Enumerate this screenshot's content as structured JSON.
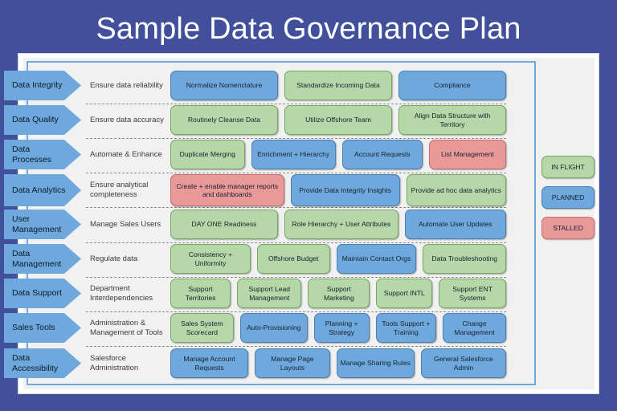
{
  "title": "Sample Data Governance Plan",
  "colors": {
    "background": "#42509b",
    "panel_border": "#6fa8dc",
    "blue": "#6fa8dc",
    "green": "#b6d7a8",
    "red": "#ea9999"
  },
  "legend": [
    {
      "label": "IN FLIGHT",
      "status": "green"
    },
    {
      "label": "PLANNED",
      "status": "blue"
    },
    {
      "label": "STALLED",
      "status": "red"
    }
  ],
  "rows": [
    {
      "category": "Data Integrity",
      "goal": "Ensure data reliability",
      "items": [
        {
          "label": "Normalize Nomenclature",
          "status": "blue",
          "flex": 132
        },
        {
          "label": "Standardize Incoming Data",
          "status": "green",
          "flex": 132
        },
        {
          "label": "Compliance",
          "status": "blue",
          "flex": 132
        }
      ]
    },
    {
      "category": "Data Quality",
      "goal": "Ensure data accuracy",
      "items": [
        {
          "label": "Routinely Cleanse Data",
          "status": "green",
          "flex": 132
        },
        {
          "label": "Utilize Offshore Team",
          "status": "green",
          "flex": 132
        },
        {
          "label": "Align Data Structure with Territory",
          "status": "green",
          "flex": 132
        }
      ]
    },
    {
      "category": "Data Processes",
      "goal": "Automate & Enhance",
      "items": [
        {
          "label": "Duplicate Merging",
          "status": "green",
          "flex": 92
        },
        {
          "label": "Enrichment + Hierarchy",
          "status": "blue",
          "flex": 106
        },
        {
          "label": "Account Requests",
          "status": "blue",
          "flex": 100
        },
        {
          "label": "List Management",
          "status": "red",
          "flex": 96
        }
      ]
    },
    {
      "category": "Data Analytics",
      "goal": "Ensure analytical completeness",
      "items": [
        {
          "label": "Create  + enable manager reports and dashboards",
          "status": "red",
          "flex": 140
        },
        {
          "label": "Provide Data Integrity Insights",
          "status": "blue",
          "flex": 134
        },
        {
          "label": "Provide ad hoc data analytics",
          "status": "green",
          "flex": 122
        }
      ]
    },
    {
      "category": "User Management",
      "goal": "Manage Sales Users",
      "items": [
        {
          "label": "DAY ONE Readiness",
          "status": "green",
          "flex": 132
        },
        {
          "label": "Role Hierarchy + User Attributes",
          "status": "green",
          "flex": 140
        },
        {
          "label": "Automate User Updates",
          "status": "blue",
          "flex": 124
        }
      ]
    },
    {
      "category": "Data Management",
      "goal": "Regulate data",
      "items": [
        {
          "label": "Consistency + Uniformity",
          "status": "green",
          "flex": 100
        },
        {
          "label": "Offshore Budget",
          "status": "green",
          "flex": 90
        },
        {
          "label": "Maintain Contact Orgs",
          "status": "blue",
          "flex": 100
        },
        {
          "label": "Data Troubleshooting",
          "status": "green",
          "flex": 104
        }
      ]
    },
    {
      "category": "Data Support",
      "goal": "Department Interdependencies",
      "items": [
        {
          "label": "Support Territories",
          "status": "green",
          "flex": 78
        },
        {
          "label": "Support Lead Management",
          "status": "green",
          "flex": 84
        },
        {
          "label": "Support Marketing",
          "status": "green",
          "flex": 80
        },
        {
          "label": "Support INTL",
          "status": "green",
          "flex": 72
        },
        {
          "label": "Support ENT Systems",
          "status": "green",
          "flex": 88
        }
      ]
    },
    {
      "category": "Sales Tools",
      "goal": "Administration & Management of Tools",
      "items": [
        {
          "label": "Sales System Scorecard",
          "status": "green",
          "flex": 86
        },
        {
          "label": "Auto-Provisioning",
          "status": "blue",
          "flex": 92
        },
        {
          "label": "Planning + Strategy",
          "status": "blue",
          "flex": 74
        },
        {
          "label": "Tools Support + Training",
          "status": "blue",
          "flex": 82
        },
        {
          "label": "Change Management",
          "status": "blue",
          "flex": 86
        }
      ]
    },
    {
      "category": "Data Accessibility",
      "goal": "Salesforce Administration",
      "items": [
        {
          "label": "Manage Account Requests",
          "status": "blue",
          "flex": 100
        },
        {
          "label": "Manage Page Layouts",
          "status": "blue",
          "flex": 96
        },
        {
          "label": "Manage Sharing Rules",
          "status": "blue",
          "flex": 100
        },
        {
          "label": "General Salesforce Admin",
          "status": "blue",
          "flex": 110
        }
      ]
    }
  ]
}
